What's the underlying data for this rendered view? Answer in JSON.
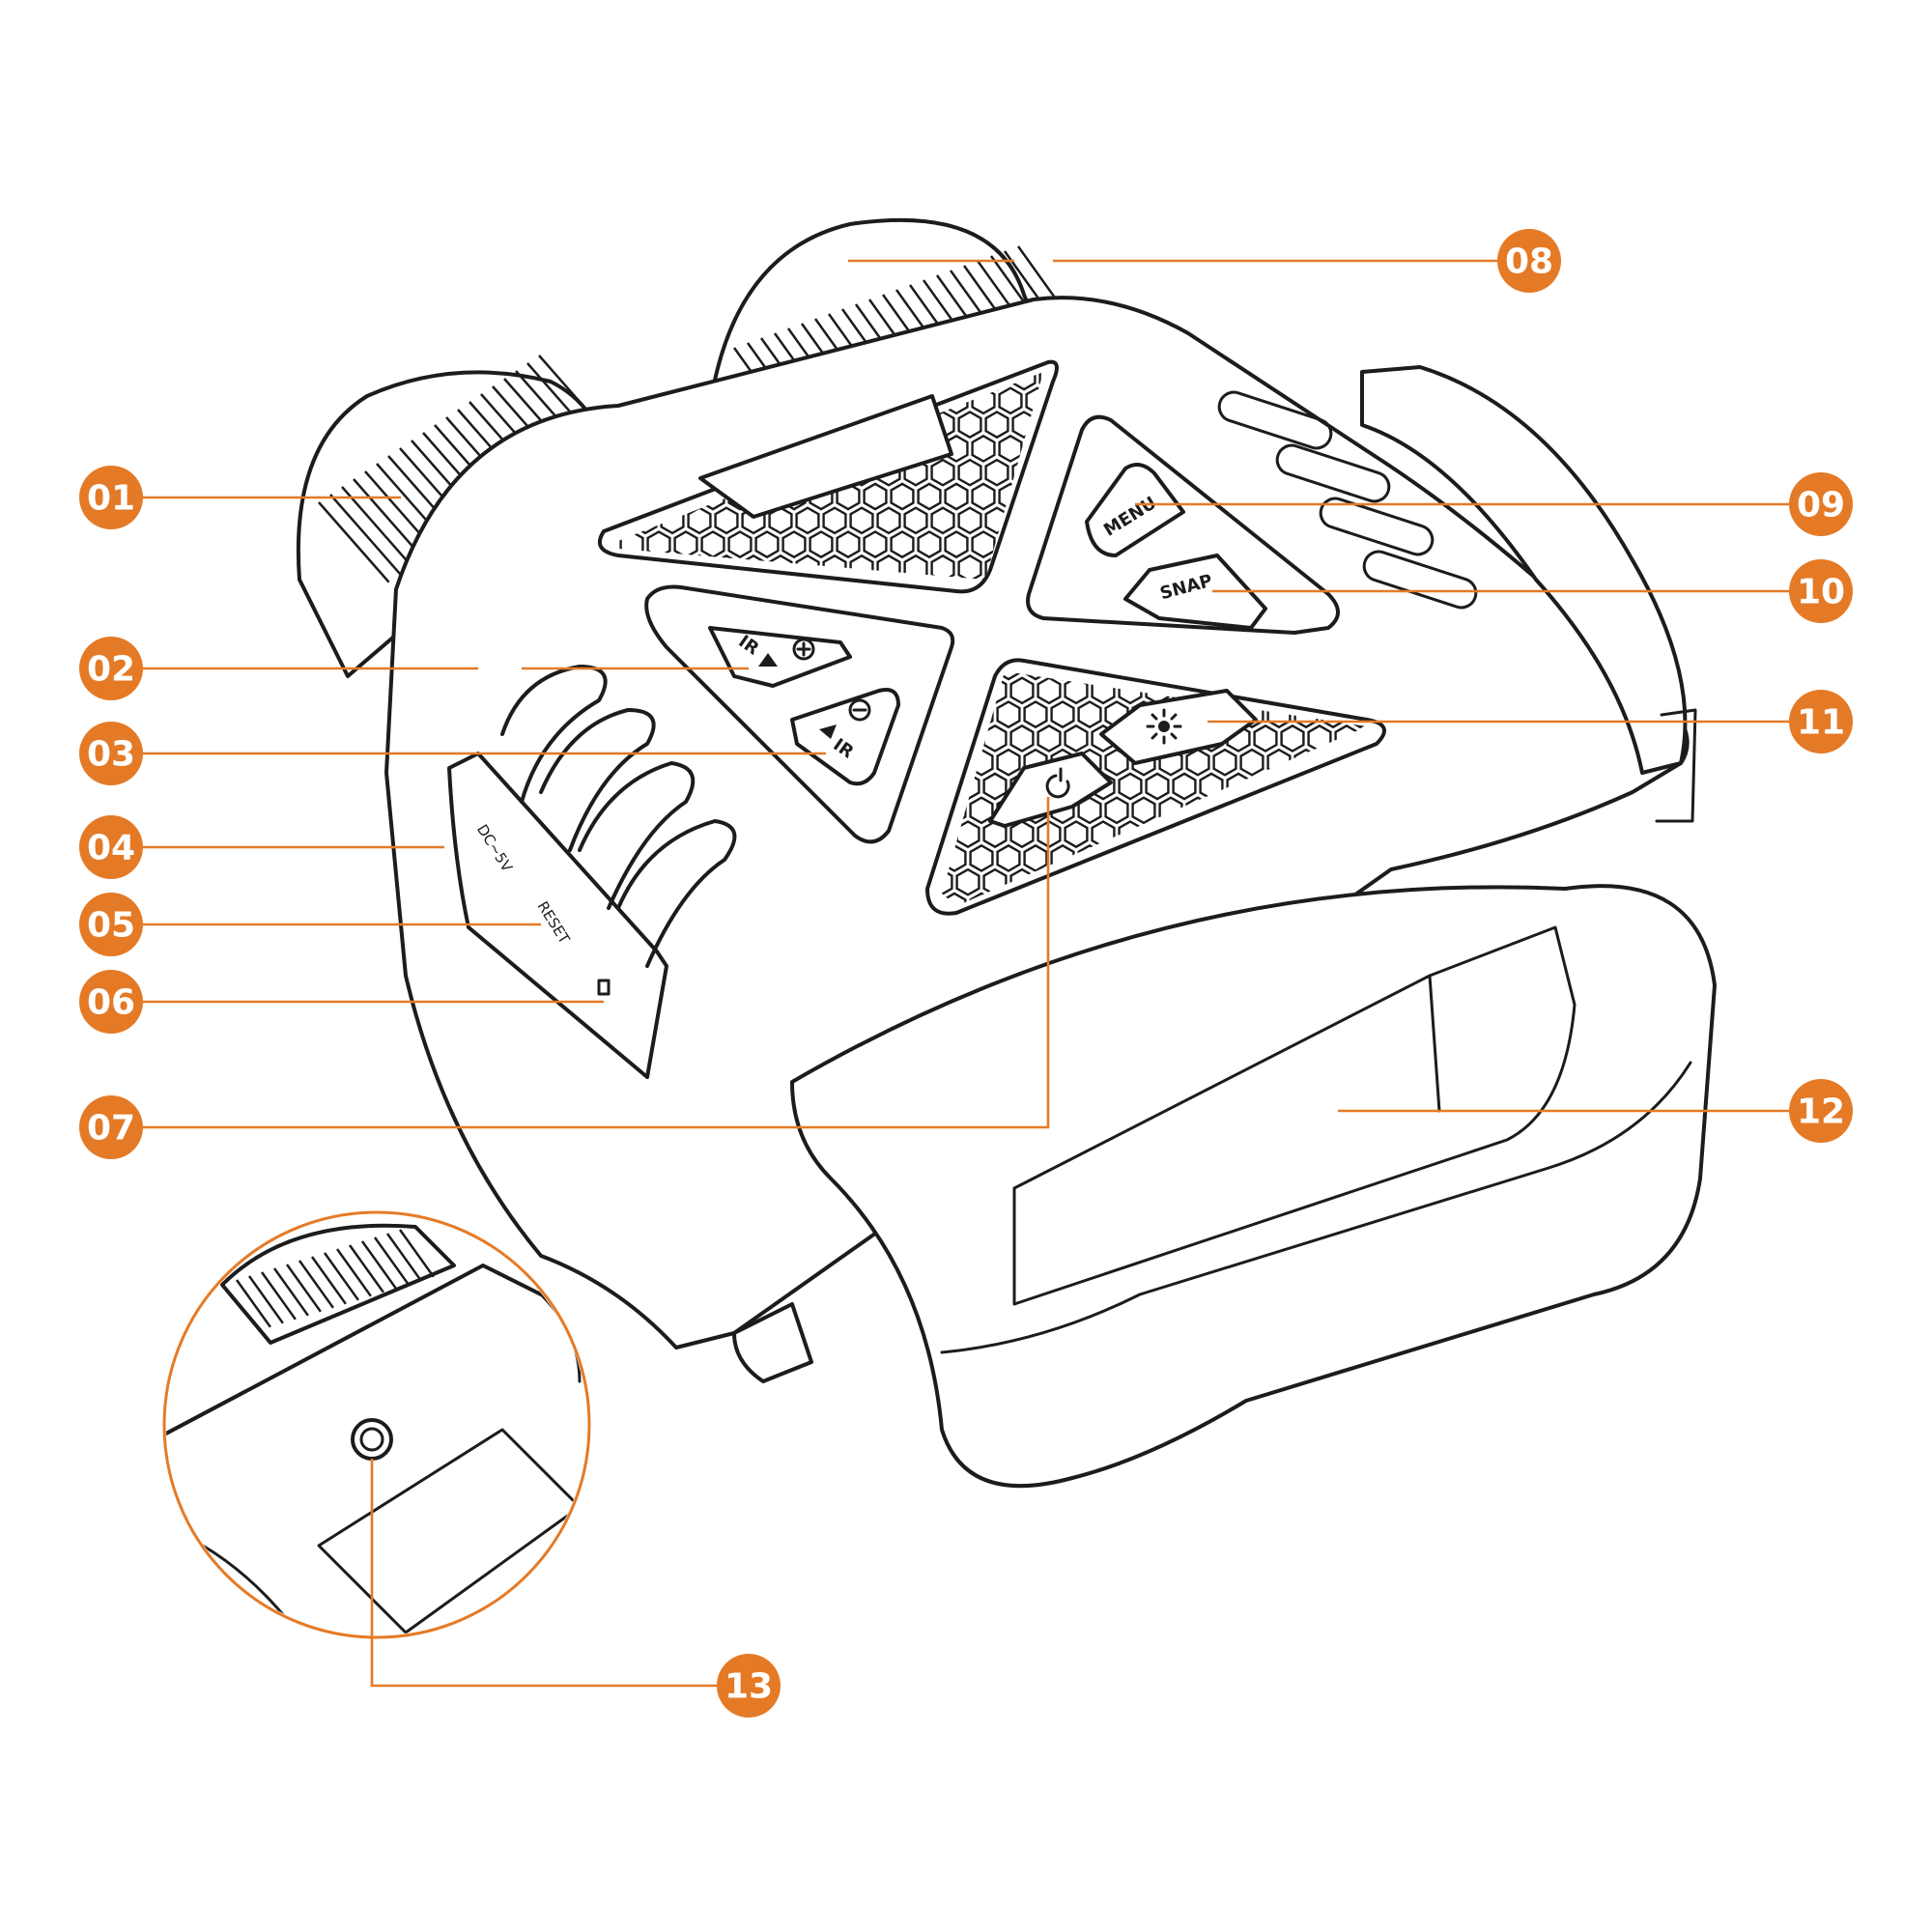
{
  "colors": {
    "accent": "#e57a26",
    "outline": "#1c1c1c",
    "background": "#ffffff"
  },
  "callouts": [
    {
      "number": "01",
      "part": "focus-wheel"
    },
    {
      "number": "02",
      "part": "ir-up-button"
    },
    {
      "number": "03",
      "part": "ir-down-button"
    },
    {
      "number": "04",
      "part": "dc-5v-port"
    },
    {
      "number": "05",
      "part": "reset-hole"
    },
    {
      "number": "06",
      "part": "memory-card-slot"
    },
    {
      "number": "07",
      "part": "power-button"
    },
    {
      "number": "08",
      "part": "lens-focus-ring"
    },
    {
      "number": "09",
      "part": "menu-button"
    },
    {
      "number": "10",
      "part": "snap-button"
    },
    {
      "number": "11",
      "part": "ir-light-button"
    },
    {
      "number": "12",
      "part": "eyepiece-screen"
    },
    {
      "number": "13",
      "part": "tripod-mount"
    }
  ],
  "buttons": {
    "menu": "MENU",
    "snap": "SNAP",
    "ir_up": "IR",
    "ir_down": "IR"
  },
  "ports": {
    "dc": "DC~5V",
    "reset": "RESET"
  }
}
